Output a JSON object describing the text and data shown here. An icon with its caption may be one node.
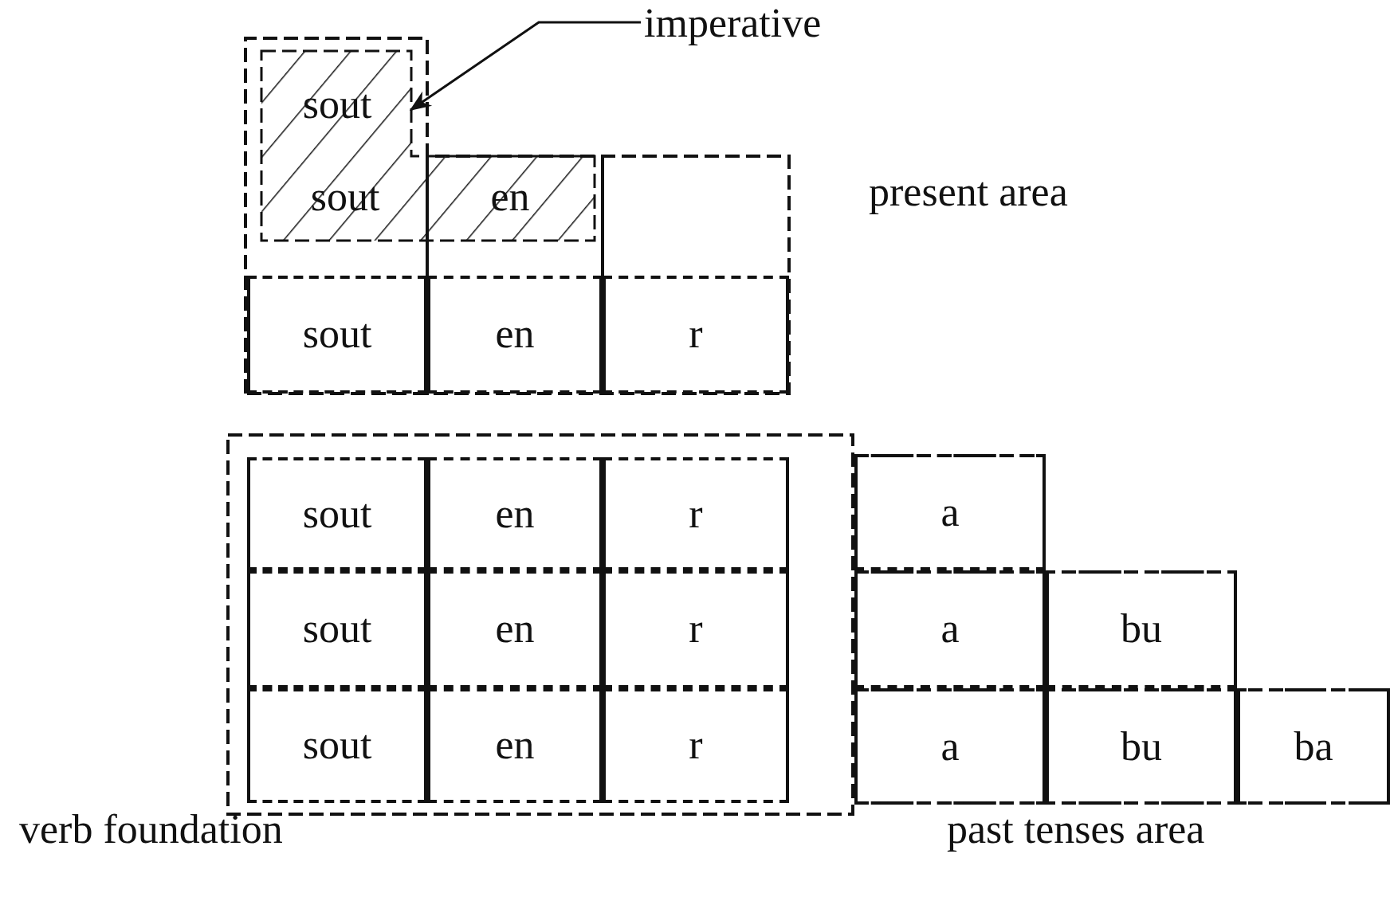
{
  "diagram": {
    "nodes": [
      {
        "text": [],
        "shape": "box"
      },
      {
        "text": [],
        "shape": "box",
        "in": 0
      },
      {
        "text": [
          "sout"
        ],
        "in": 1
      },
      {
        "text": [
          "sout"
        ],
        "in": 1
      },
      {
        "text": [
          "en"
        ],
        "in": 1
      },
      {
        "text": [
          "sout"
        ],
        "in": 0
      },
      {
        "text": [
          "en"
        ],
        "in": 0
      },
      {
        "text": [
          "r"
        ],
        "in": 0
      },
      {
        "text": [],
        "shape": "box"
      },
      {
        "text": [
          "sout"
        ],
        "in": 8
      },
      {
        "text": [
          "en"
        ],
        "in": 8
      },
      {
        "text": [
          "r"
        ],
        "in": 8
      },
      {
        "text": [
          "sout"
        ],
        "in": 8
      },
      {
        "text": [
          "en"
        ],
        "in": 8
      },
      {
        "text": [
          "r"
        ],
        "in": 8
      },
      {
        "text": [
          "sout"
        ],
        "in": 8
      },
      {
        "text": [
          "en"
        ],
        "in": 8
      },
      {
        "text": [
          "r"
        ],
        "in": 8
      },
      {
        "text": [],
        "shape": "box"
      },
      {
        "text": [
          "a"
        ],
        "in": 18
      },
      {
        "text": [
          "a"
        ],
        "in": 18
      },
      {
        "text": [
          "bu"
        ],
        "in": 18
      },
      {
        "text": [
          "a"
        ],
        "in": 18
      },
      {
        "text": [
          "bu"
        ],
        "in": 18
      },
      {
        "text": [
          "ba"
        ],
        "in": 18
      },
      {
        "text": [
          "imperative"
        ]
      }
    ],
    "edges": [
      {
        "from": 25,
        "to": 2,
        "arrow": "to"
      }
    ],
    "labels": [
      "present area",
      "verb foundation",
      "past tenses area"
    ]
  }
}
